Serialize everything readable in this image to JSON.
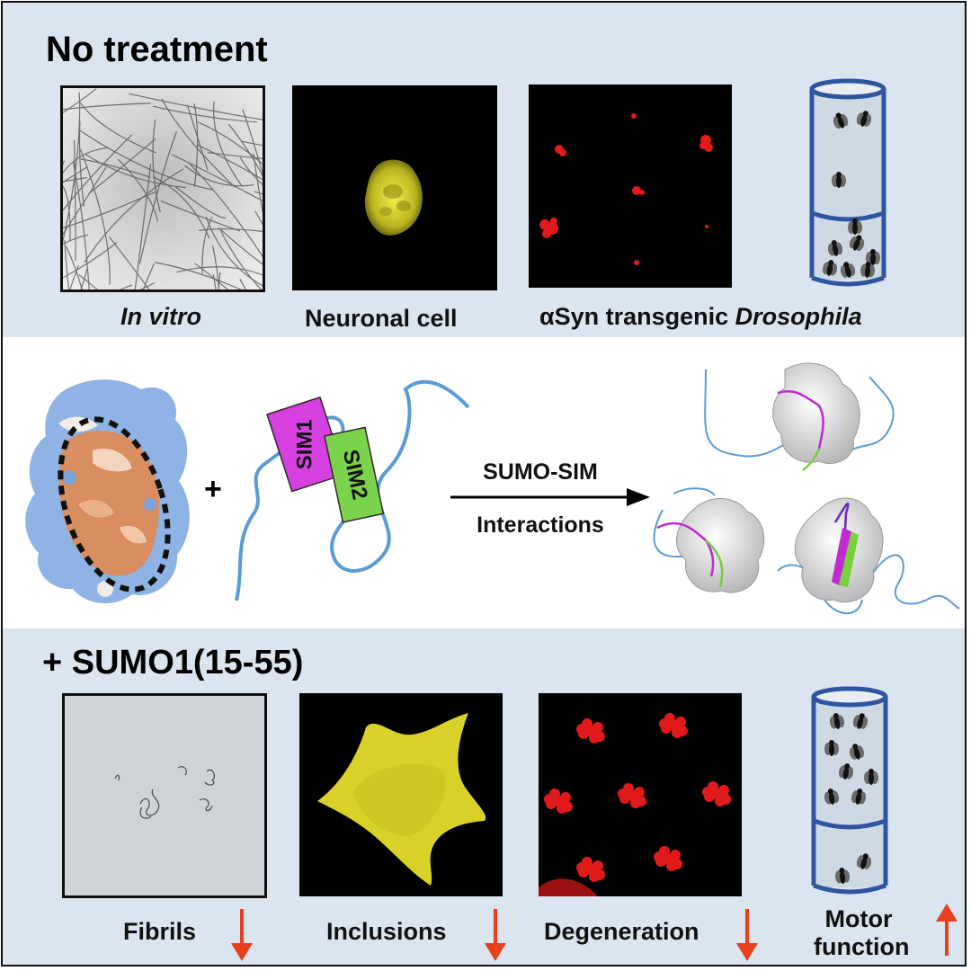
{
  "top": {
    "title": "No treatment",
    "captions": {
      "in_vitro": "In vitro",
      "neuronal": "Neuronal cell",
      "transgenic_prefix": "αSyn transgenic ",
      "drosophila": "Drosophila"
    }
  },
  "middle": {
    "plus": "+",
    "sim1": "SIM1",
    "sim2": "SIM2",
    "arrow_top": "SUMO-SIM",
    "arrow_bottom": "Interactions"
  },
  "bottom": {
    "title": "+ SUMO1(15-55)",
    "outcomes": [
      {
        "label": "Fibrils",
        "direction": "down"
      },
      {
        "label": "Inclusions",
        "direction": "down"
      },
      {
        "label": "Degeneration",
        "direction": "down"
      },
      {
        "label": "Motor function",
        "line1": "Motor",
        "line2": "function",
        "direction": "up"
      }
    ]
  },
  "colors": {
    "panel_bg": "#dbe5ef",
    "sim1": "#d63fe0",
    "sim2": "#7ad34a",
    "chain": "#5b9bd5",
    "arrow_red": "#e8401c",
    "yfp": "#e0dc2a",
    "inclusion_red": "#e01a1a"
  }
}
